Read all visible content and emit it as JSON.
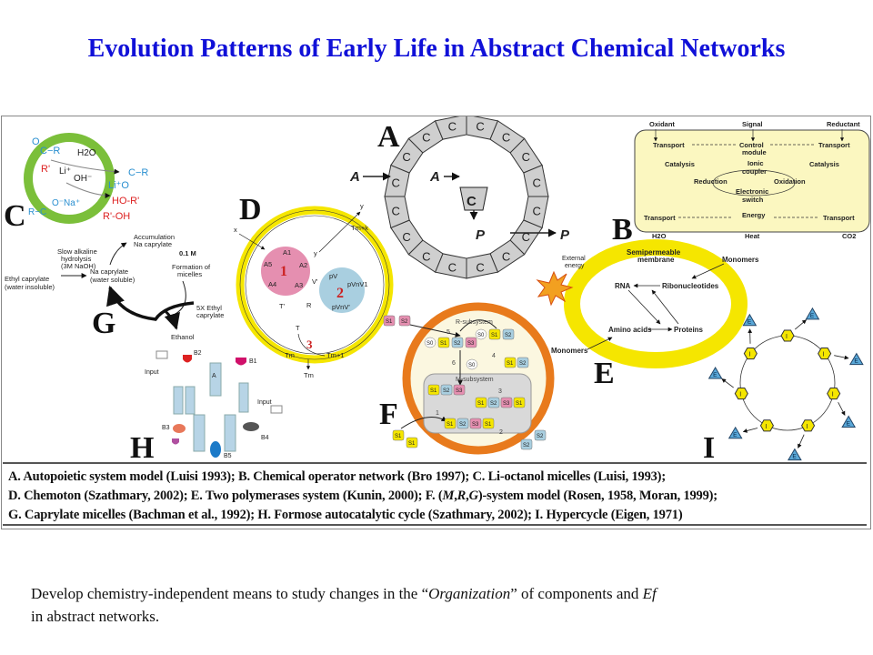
{
  "title": "Evolution Patterns of Early Life in Abstract Chemical Networks",
  "figure": {
    "panel_letters": {
      "A": "A",
      "B": "B",
      "C": "C",
      "D": "D",
      "E": "E",
      "F": "F",
      "G": "G",
      "H": "H",
      "I": "I"
    },
    "A": {
      "cell": "C",
      "input": "A",
      "product": "P"
    },
    "B": {
      "oxidant": "Oxidant",
      "signal": "Signal",
      "reductant": "Reductant",
      "transport": "Transport",
      "control1": "Control",
      "control2": "module",
      "catalysis": "Catalysis",
      "ionic1": "Ionic",
      "ionic2": "coupler",
      "reduction": "Reduction",
      "oxidation": "Oxidation",
      "switch1": "Electronic",
      "switch2": "switch",
      "energy": "Energy",
      "h2o": "H2O",
      "heat": "Heat",
      "co2": "CO2"
    },
    "C": {
      "o": "O",
      "c_r": "C−R",
      "r_prime": "R'",
      "h2o": "H2O",
      "li": "Li⁺",
      "oh": "OH⁻",
      "lio": "Li⁺O",
      "ho_r": "HO-R'",
      "r_oh": "R'-OH",
      "ona": "O⁻Na⁺",
      "r_c": "R−C"
    },
    "G": {
      "ethyl1": "Ethyl caprylate",
      "ethyl2": "(water insoluble)",
      "slow1": "Slow alkaline",
      "slow2": "hydrolysis",
      "slow3": "(3M NaOH)",
      "na1": "Na caprylate",
      "na2": "(water soluble)",
      "acc1": "Accumulation",
      "acc2": "Na caprylate",
      "conc": "0.1 M",
      "form1": "Formation of",
      "form2": "micelles",
      "x51": "5X Ethyl",
      "x52": "caprylate",
      "ethanol": "Ethanol"
    },
    "D": {
      "x": "x",
      "y": "y",
      "tmk": "Tm+k",
      "a1": "A1",
      "a2": "A2",
      "a3": "A3",
      "a4": "A4",
      "a5": "A5",
      "one": "1",
      "two": "2",
      "three": "3",
      "pv": "pV",
      "pvn": "pVnV1",
      "pvv": "pVnV'",
      "vp": "V'",
      "tp": "T'",
      "r": "R",
      "t": "T",
      "tm": "Tm",
      "tm1": "Tm+1"
    },
    "E": {
      "membrane1": "Semipermeable",
      "membrane2": "membrane",
      "external1": "External",
      "external2": "energy",
      "monomers": "Monomers",
      "rna": "RNA",
      "ribo": "Ribonucleotides",
      "amino": "Amino acids",
      "proteins": "Proteins"
    },
    "F": {
      "r_sub": "R-subsystem",
      "m_sub": "M-subsystem",
      "s1": "S1",
      "s2": "S2",
      "s0": "S0",
      "s3": "S3",
      "n1": "1",
      "n2": "2",
      "n3": "3",
      "n4": "4",
      "n5": "5",
      "n6": "6"
    },
    "H": {
      "input": "Input",
      "b1": "B1",
      "b2": "B2",
      "b3": "B3",
      "b4": "B4",
      "b5": "B5",
      "a": "A"
    },
    "I": {
      "e": "E",
      "i": "I"
    }
  },
  "caption": {
    "line1": "A. Autopoietic system model (Luisi 1993); B. Chemical operator network (Bro 1997); C. Li-octanol micelles (Luisi, 1993);",
    "line2_a": "D. Chemoton (Szathmary, 2002); E. Two polymerases system (Kunin, 2000);  F. (",
    "line2_m": "M",
    "line2_r": "R",
    "line2_g": "G",
    "line2_b": ")-system model (Rosen, 1958, Moran, 1999);",
    "line3": "G. Caprylate micelles (Bachman et al., 1992); H. Formose autocatalytic cycle (Szathmary, 2002); I. Hypercycle (Eigen, 1971)"
  },
  "bottom_text": {
    "part1": "Develop chemistry-independent means to study changes in the “",
    "italic1": "Organization",
    "part2": "” of components and ",
    "italic2": "Ef",
    "part3": "in abstract networks."
  },
  "colors": {
    "title": "#1010d8",
    "green": "#7bbf3a",
    "yellow": "#f5e600",
    "orange": "#e87a1c",
    "pink": "#e58fb0",
    "blue": "#a9cfe0",
    "cream": "#fbf7c0"
  }
}
